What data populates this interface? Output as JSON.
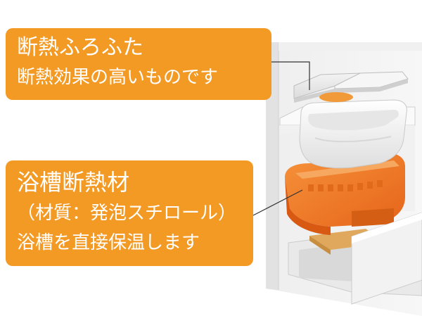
{
  "callouts": {
    "lid": {
      "title": "断熱ふろふた",
      "description": "断熱効果の高いものです"
    },
    "insulation": {
      "title": "浴槽断熱材",
      "material": "（材質：発泡スチロール）",
      "description": "浴槽を直接保温します"
    }
  },
  "colors": {
    "callout_background": "#f39a24",
    "callout_text": "#ffffff",
    "foam_orange": "#f07a1e",
    "tub_white": "#f4f4f4",
    "leader_line": "#333333"
  },
  "icons": {
    "illustration": "bathtub-cutaway-illustration"
  }
}
